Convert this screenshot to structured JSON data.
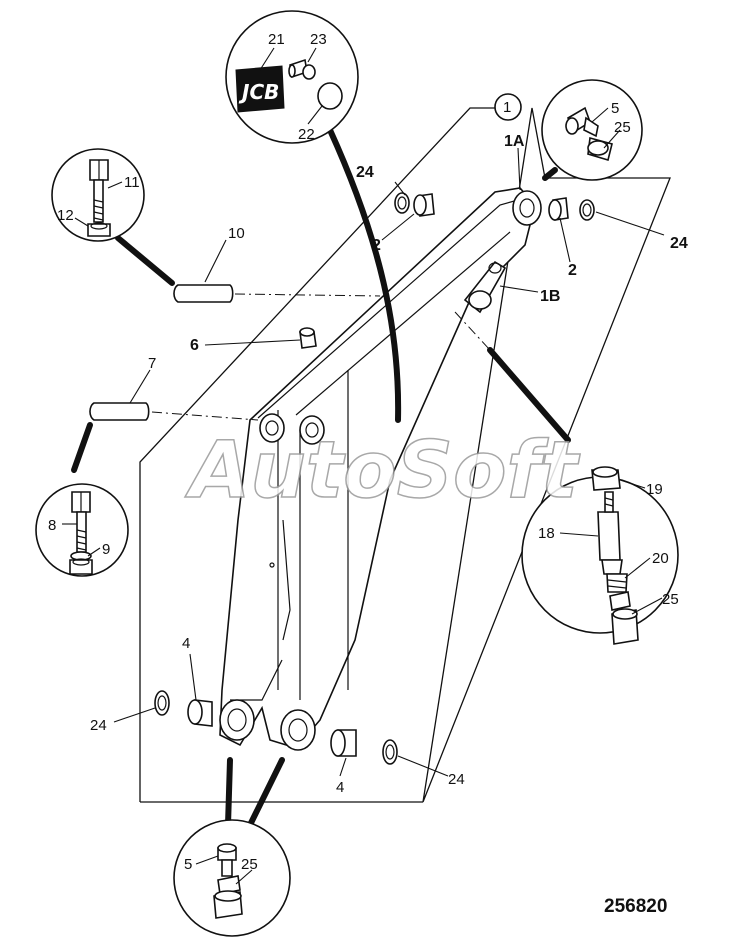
{
  "watermark": "AutoSoft",
  "figure_number": "256820",
  "logo_text": "JCB",
  "callouts": {
    "c1": "1",
    "c1a": "1A",
    "c1b": "1B",
    "c2a": "2",
    "c2b": "2",
    "c4a": "4",
    "c4b": "4",
    "c5a": "5",
    "c5b": "5",
    "c6": "6",
    "c7": "7",
    "c8": "8",
    "c9": "9",
    "c10": "10",
    "c11": "11",
    "c12": "12",
    "c18": "18",
    "c19": "19",
    "c20": "20",
    "c21": "21",
    "c22": "22",
    "c23": "23",
    "c24a": "24",
    "c24b": "24",
    "c24c": "24",
    "c24d": "24",
    "c25a": "25",
    "c25b": "25",
    "c25c": "25"
  }
}
